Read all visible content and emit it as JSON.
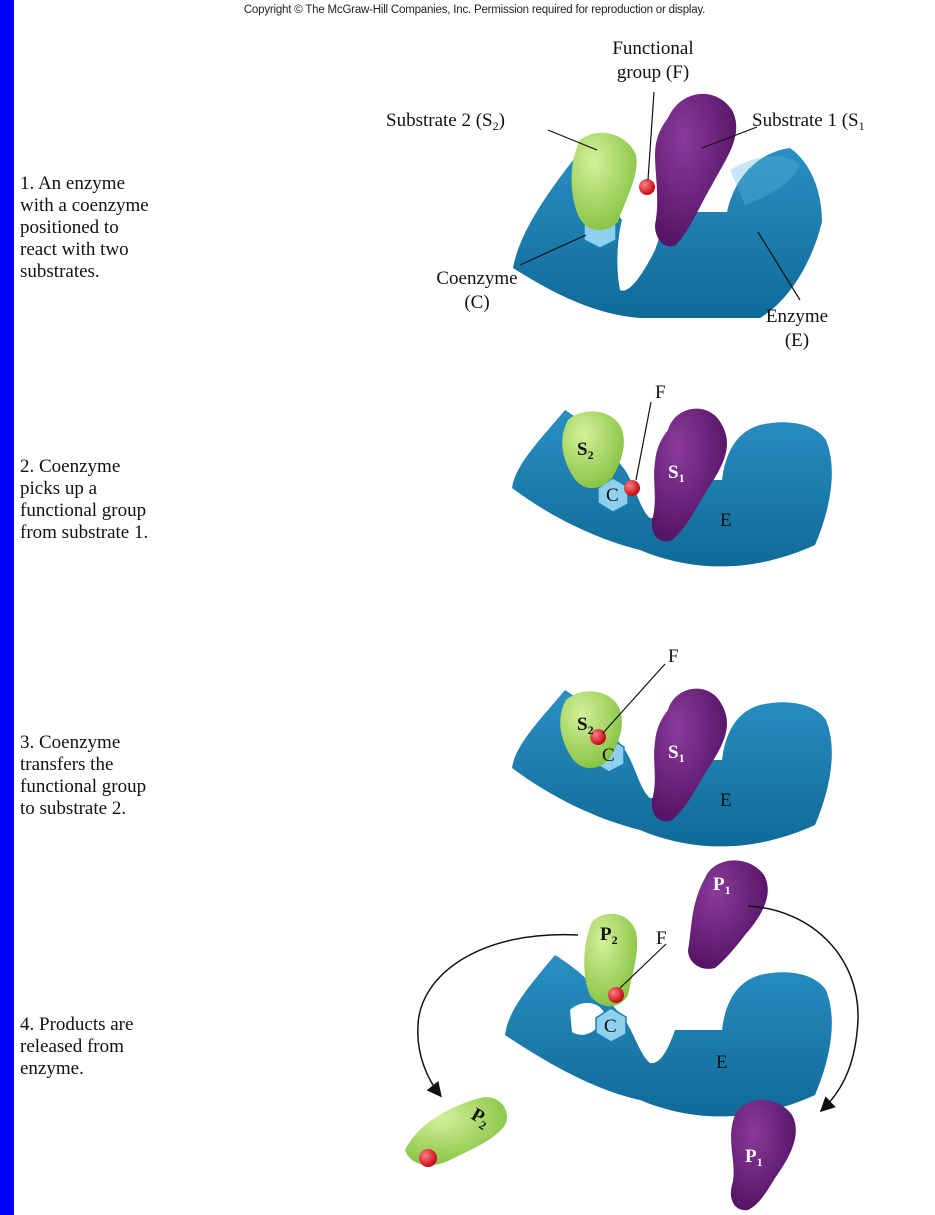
{
  "copyright": "Copyright © The McGraw-Hill Companies, Inc. Permission required for reproduction or display.",
  "steps": [
    "1. An enzyme\nwith a coenzyme\npositioned to\nreact with two\nsubstrates.",
    "2. Coenzyme\npicks up a\nfunctional group\nfrom substrate 1.",
    "3. Coenzyme\ntransfers the\nfunctional group\nto substrate 2.",
    "4. Products are\nreleased from\nenzyme."
  ],
  "labels": {
    "functional_group_line1": "Functional",
    "functional_group_line2": "group (F)",
    "substrate2": "Substrate 2 (S",
    "substrate2_sub": "2",
    "substrate2_close": ")",
    "substrate1": "Substrate 1 (S",
    "substrate1_sub": "1",
    "coenzyme_line1": "Coenzyme",
    "coenzyme_line2": "(C)",
    "enzyme_line1": "Enzyme",
    "enzyme_line2": "(E)",
    "F": "F",
    "S": "S",
    "P": "P",
    "C": "C",
    "E": "E",
    "one": "1",
    "two": "2"
  },
  "colors": {
    "background": "#0000ff",
    "enzyme": "#1a7fb0",
    "enzyme_light": "#5fb6dd",
    "coenzyme": "#8fd0ef",
    "substrate1": "#6a1b7a",
    "substrate2": "#a7d65a",
    "functional_group": "#e0141b"
  }
}
